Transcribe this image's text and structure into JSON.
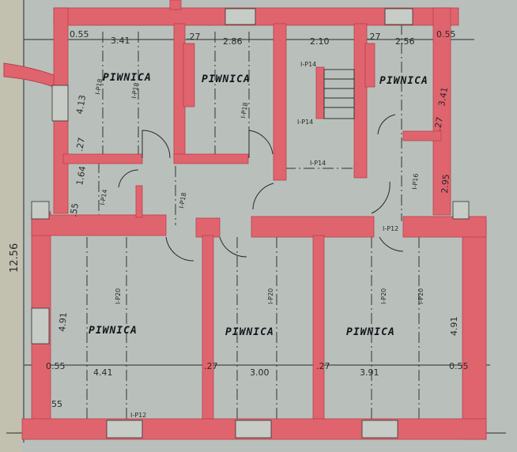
{
  "colors": {
    "wall": "#e0646e",
    "paper": "#b9c0bb",
    "ink": "#15151c"
  },
  "rooms": [
    "PIWNICA",
    "PIWNICA",
    "PIWNICA",
    "PIWNICA",
    "PIWNICA",
    "PIWNICA"
  ],
  "dimensions": {
    "top": [
      "0.55",
      "3.41",
      ".27",
      "2.86",
      "2.10",
      ".27",
      "2.56",
      "0.55"
    ],
    "left": [
      "4.13",
      ".27",
      "1.64",
      ".55",
      "12.56",
      "4.91"
    ],
    "right": [
      "3.41",
      ".27",
      "2.95",
      "4.91"
    ],
    "bottom": [
      "0.55",
      "4.41",
      ".27",
      "3.00",
      ".27",
      "3.91",
      "0.55",
      "55"
    ]
  },
  "beams": [
    "I-P18",
    "I-P18",
    "I-P18",
    "I-P14",
    "I-P14",
    "I-P14",
    "I-P14",
    "I-P18",
    "I-P16",
    "I-P12",
    "I-P20",
    "I-P20",
    "I-P20",
    "I-P20",
    "I-P12"
  ]
}
